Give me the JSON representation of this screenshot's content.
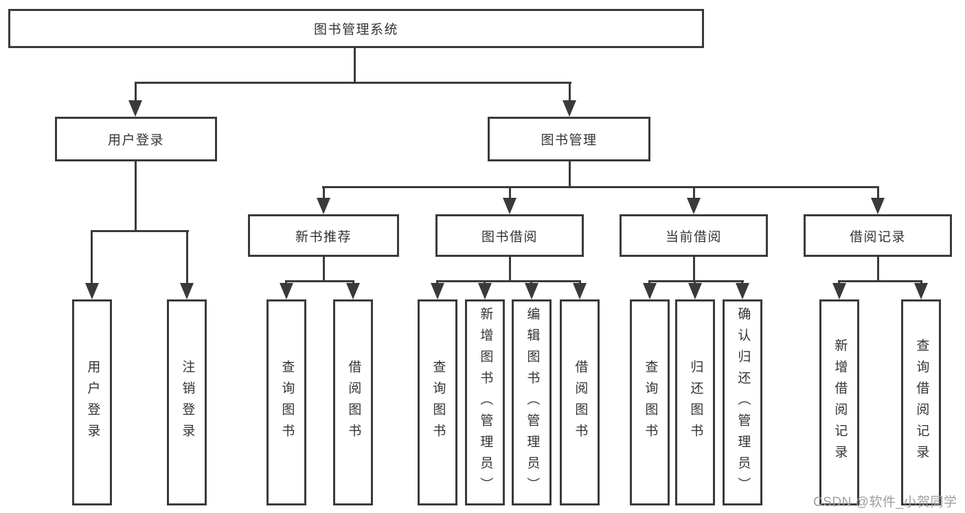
{
  "colors": {
    "line": "#3a3a3a",
    "text": "#333333",
    "background": "#ffffff",
    "watermark": "#9e9e9e"
  },
  "root": {
    "label": "图书管理系统"
  },
  "level2": {
    "user_login": {
      "label": "用户登录"
    },
    "book_management": {
      "label": "图书管理"
    }
  },
  "level3": {
    "new_book_recommend": {
      "label": "新书推荐"
    },
    "book_borrow": {
      "label": "图书借阅"
    },
    "current_borrow": {
      "label": "当前借阅"
    },
    "borrow_records": {
      "label": "借阅记录"
    }
  },
  "leaves": {
    "user_login": [
      "用户登录",
      "注销登录"
    ],
    "new_book_recommend": [
      "查询图书",
      "借阅图书"
    ],
    "book_borrow": [
      "查询图书",
      "新增图书（管理员）",
      "编辑图书（管理员）",
      "借阅图书"
    ],
    "current_borrow": [
      "查询图书",
      "归还图书",
      "确认归还（管理员）"
    ],
    "borrow_records": [
      "新增借阅记录",
      "查询借阅记录"
    ]
  },
  "watermark": "CSDN @软件_小贺同学"
}
